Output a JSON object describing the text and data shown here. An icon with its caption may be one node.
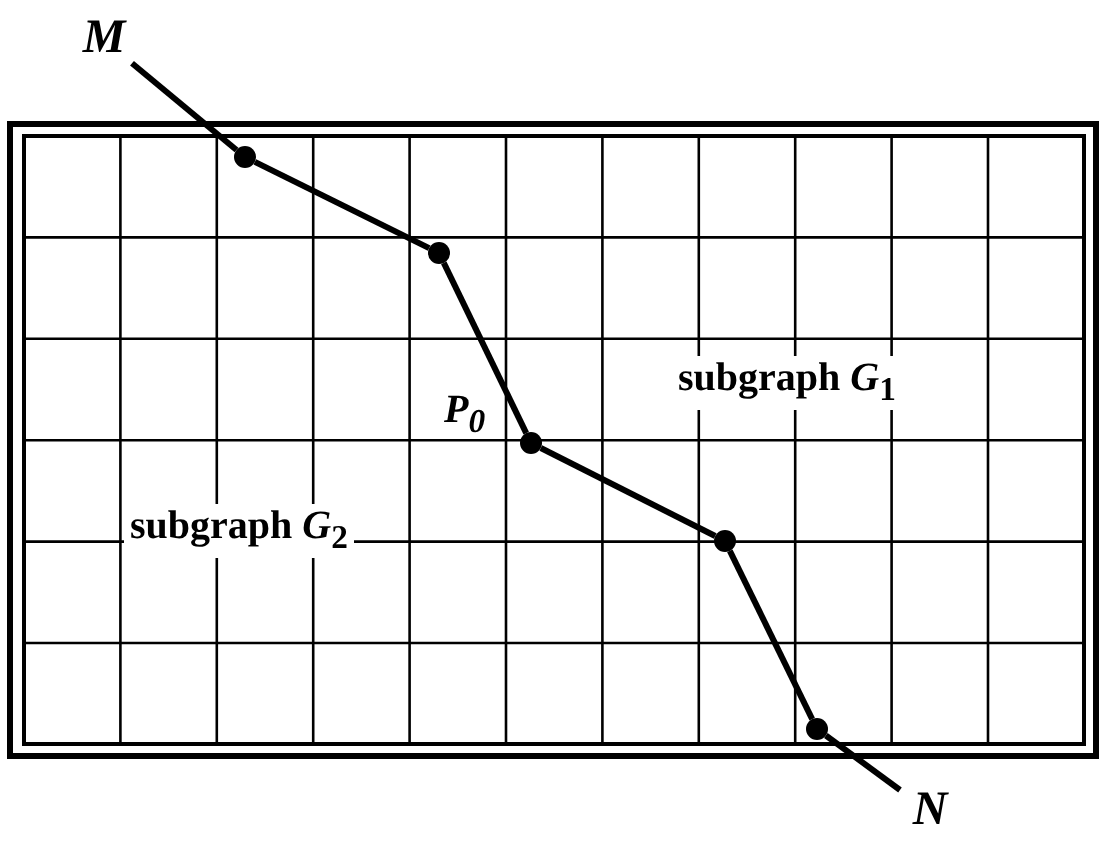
{
  "diagram": {
    "nodes": [
      {
        "text": [
          "M"
        ]
      },
      {
        "text": [],
        "shape": "circle"
      },
      {
        "text": [],
        "shape": "circle"
      },
      {
        "text": [],
        "shape": "circle",
        "beside": [
          "P$_{0}$"
        ]
      },
      {
        "text": [],
        "shape": "circle"
      },
      {
        "text": [],
        "shape": "circle"
      },
      {
        "text": [
          "N"
        ]
      }
    ],
    "edges": [
      {
        "from": 0,
        "to": 1,
        "arrow": "none"
      },
      {
        "from": 1,
        "to": 2,
        "arrow": "none"
      },
      {
        "from": 2,
        "to": 3,
        "arrow": "none"
      },
      {
        "from": 3,
        "to": 4,
        "arrow": "none"
      },
      {
        "from": 4,
        "to": 5,
        "arrow": "none"
      },
      {
        "from": 5,
        "to": 6,
        "arrow": "none"
      }
    ],
    "labels": [
      "subgraph *G*$_{1}$",
      "subgraph *G*$_{2}$"
    ]
  }
}
